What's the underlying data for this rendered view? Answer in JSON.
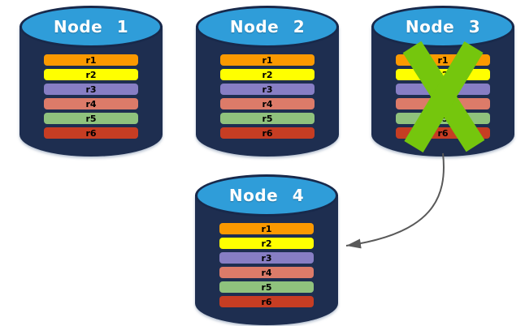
{
  "diagram": {
    "description": "database-replication-node-failure-diagram",
    "background_color": "#ffffff",
    "nodes": [
      {
        "title": "Node 1",
        "status": "active"
      },
      {
        "title": "Node 2",
        "status": "active"
      },
      {
        "title": "Node 3",
        "status": "failed"
      },
      {
        "title": "Node 4",
        "status": "active"
      }
    ],
    "row_template": [
      {
        "label": "r1",
        "color": "#FB9900"
      },
      {
        "label": "r2",
        "color": "#FFFF00"
      },
      {
        "label": "r3",
        "color": "#877EC4"
      },
      {
        "label": "r4",
        "color": "#DC7B69"
      },
      {
        "label": "r5",
        "color": "#8FC27D"
      },
      {
        "label": "r6",
        "color": "#C63D23"
      }
    ],
    "colors": {
      "cylinder_body": "#1E2E50",
      "cylinder_top": "#2F9DD9",
      "cylinder_outline": "#18294B"
    },
    "x_mark": {
      "on_node": "Node 3",
      "color": "#75C60D"
    },
    "arrow": {
      "from": "Node 3",
      "to": "Node 4",
      "color": "#595959"
    }
  }
}
